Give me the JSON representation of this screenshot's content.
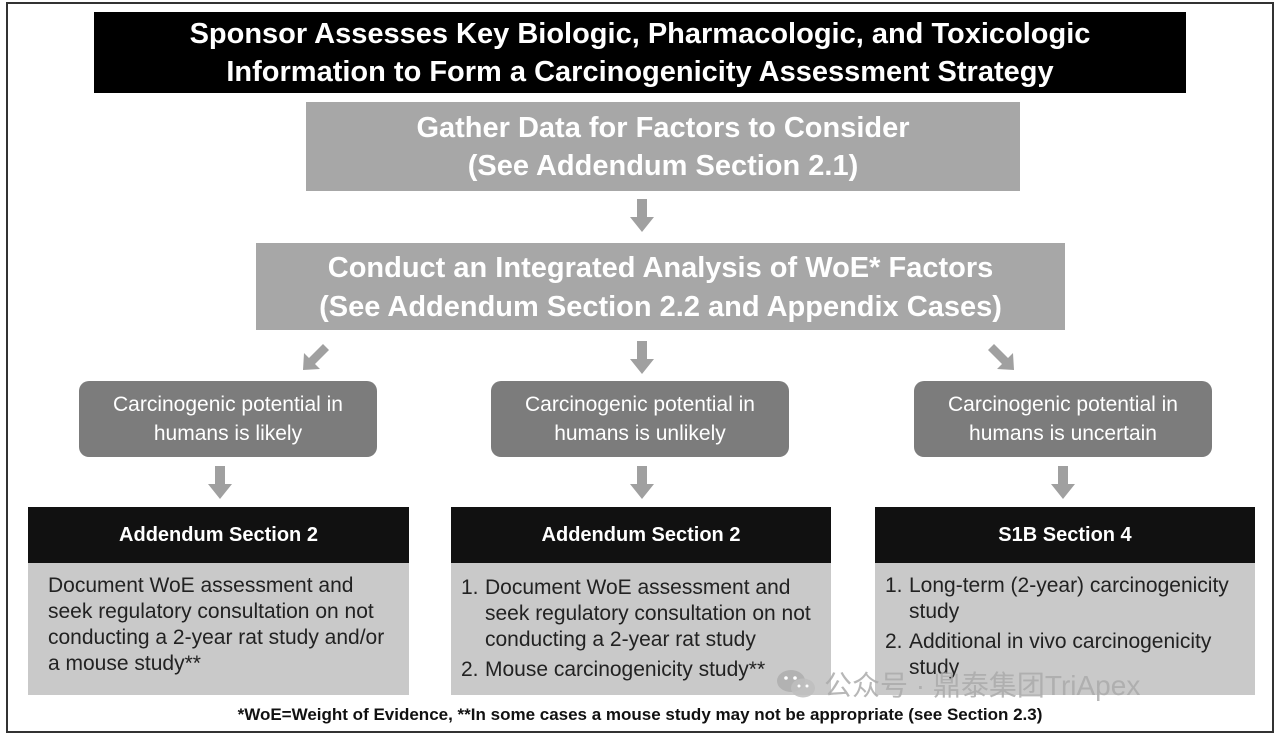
{
  "title": {
    "line1": "Sponsor Assesses Key Biologic, Pharmacologic, and Toxicologic",
    "line2": "Information to Form a Carcinogenicity Assessment Strategy"
  },
  "gather": {
    "line1": "Gather Data for Factors to Consider",
    "line2": "(See Addendum Section 2.1)"
  },
  "woe": {
    "line1": "Conduct an Integrated Analysis of  WoE* Factors",
    "line2": "(See Addendum Section 2.2 and Appendix Cases)"
  },
  "outcomes": [
    {
      "line1": "Carcinogenic potential in",
      "line2": "humans is likely"
    },
    {
      "line1": "Carcinogenic potential in",
      "line2": "humans is unlikely"
    },
    {
      "line1": "Carcinogenic potential in",
      "line2": "humans is uncertain"
    }
  ],
  "sections": [
    {
      "header": "Addendum Section 2",
      "body": "Document WoE assessment and seek regulatory consultation on not conducting a 2-year rat study and/or a mouse study**"
    },
    {
      "header": "Addendum Section 2",
      "items": [
        {
          "num": "1.",
          "text": "Document WoE assessment and seek regulatory consultation on not conducting a 2-year rat study"
        },
        {
          "num": "2.",
          "text": "Mouse carcinogenicity study**"
        }
      ]
    },
    {
      "header": "S1B Section 4",
      "items": [
        {
          "num": "1.",
          "text": "Long-term (2-year) carcinogenicity study"
        },
        {
          "num": "2.",
          "text": "Additional in vivo carcinogenicity study"
        }
      ]
    }
  ],
  "footnote": "*WoE=Weight of Evidence,  **In some cases a mouse study may not be appropriate (see Section 2.3)",
  "watermark": "公众号 · 鼎泰集团TriApex",
  "colors": {
    "title_bg": "#000000",
    "light_box": "#a7a7a7",
    "outcome_box": "#7c7c7c",
    "section_header": "#111111",
    "section_body": "#c9c9c9",
    "arrow": "#a0a0a0"
  }
}
